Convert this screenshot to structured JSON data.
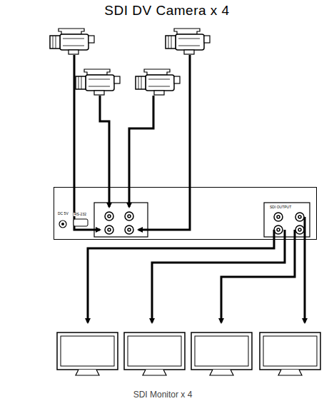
{
  "diagram": {
    "title": "SDI DV Camera x 4",
    "caption": "SDI Monitor x 4",
    "nodes": [
      {
        "text": [
          "DC 5V",
          "RS-232",
          "SDI OUTPUT"
        ]
      }
    ]
  }
}
